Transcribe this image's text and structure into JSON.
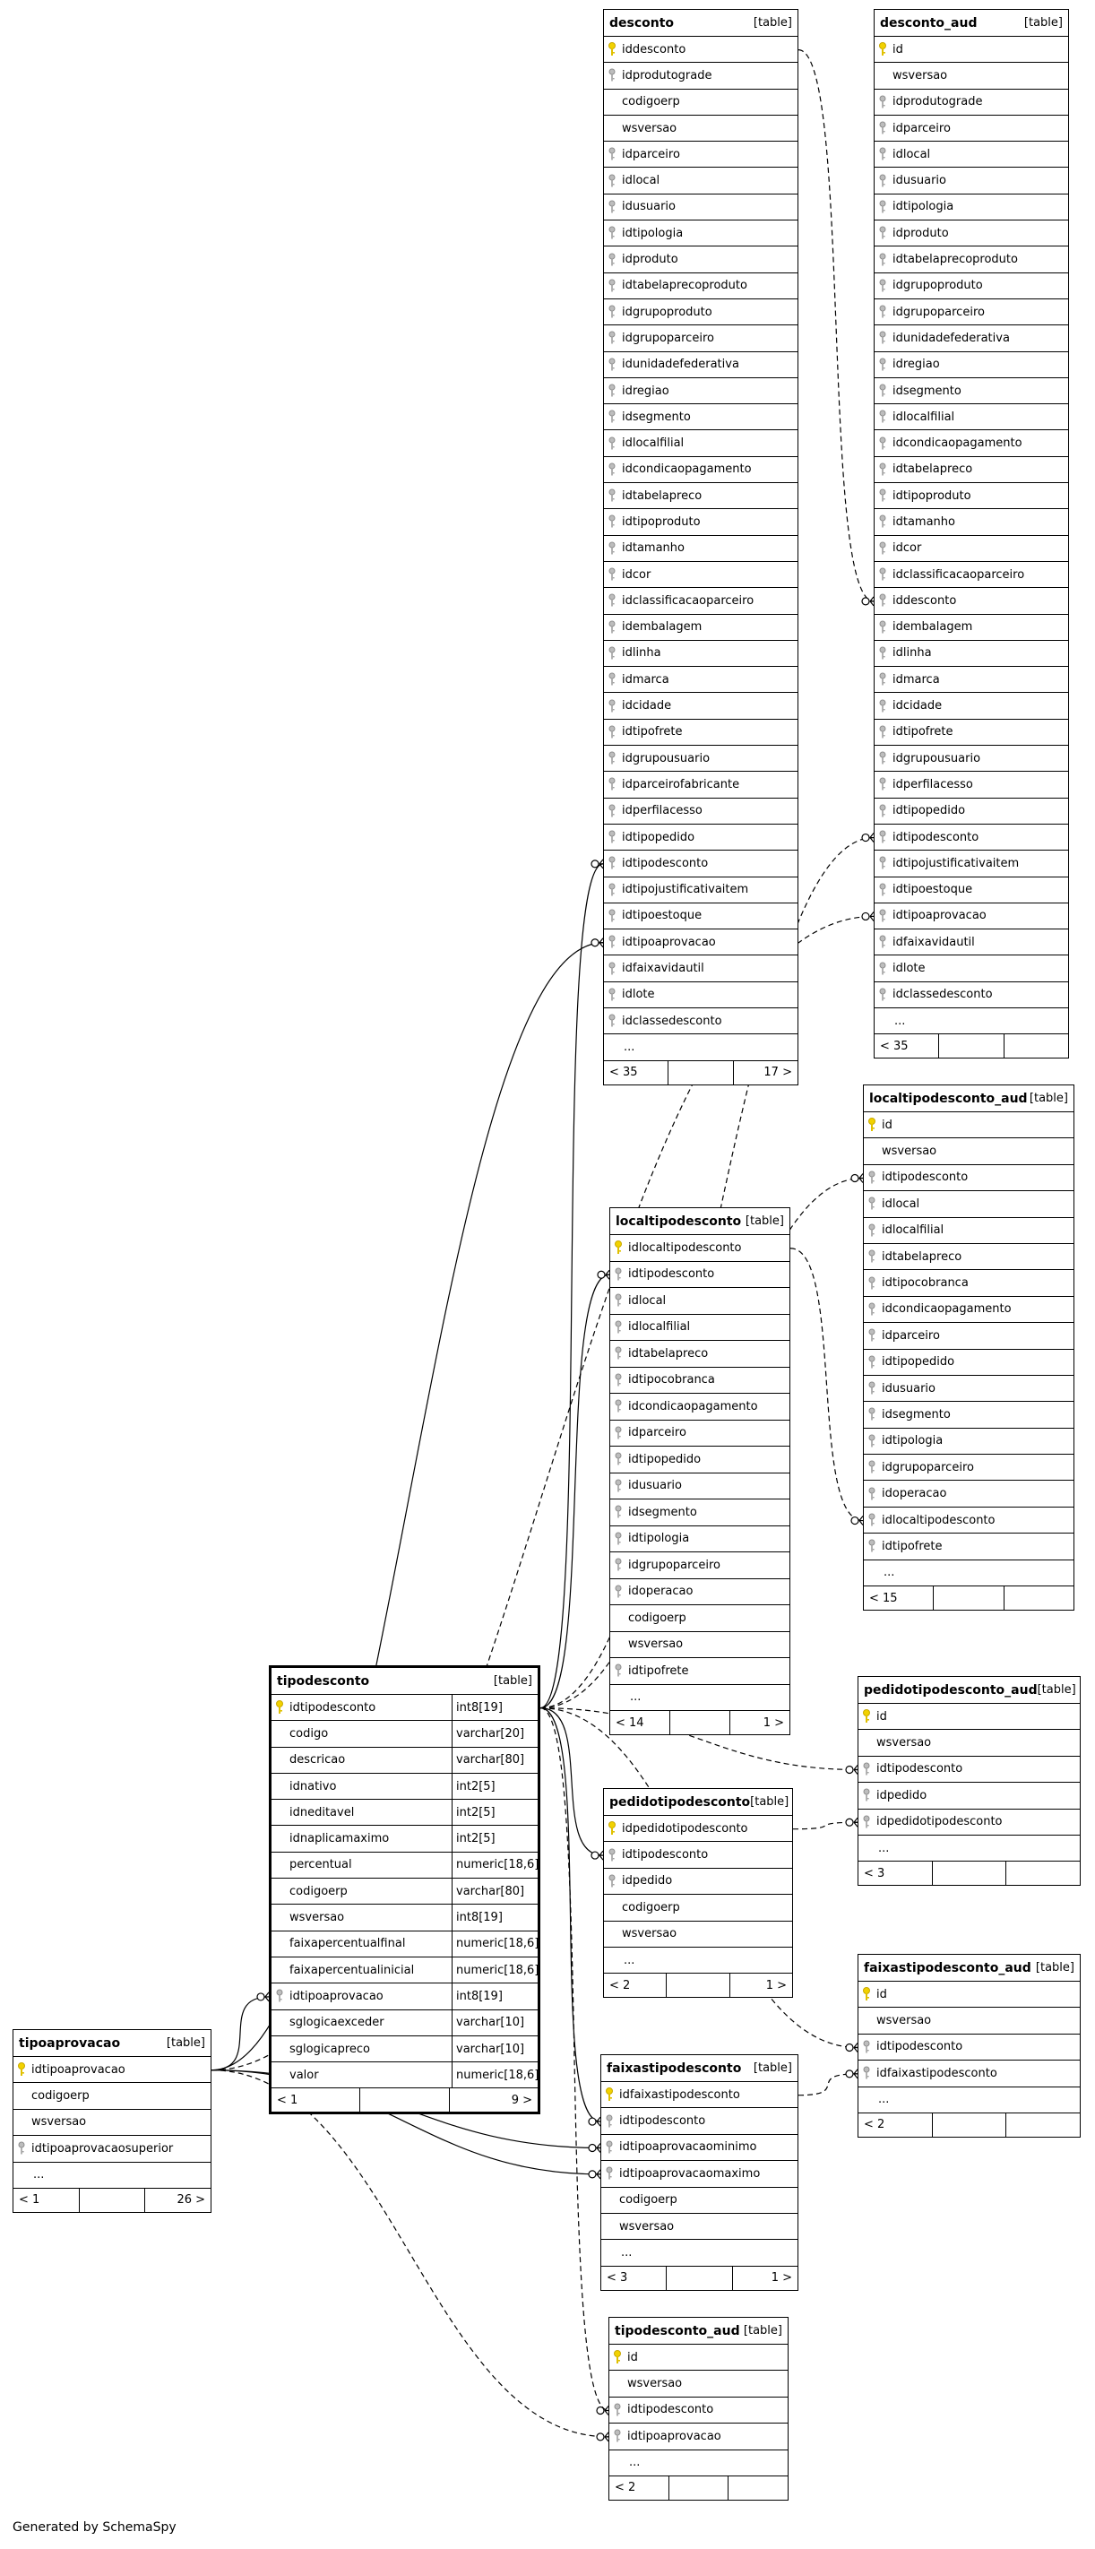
{
  "footer_text": "Generated by SchemaSpy",
  "icons": {
    "primary_key": "key-icon",
    "foreign_key": "foreign-key-icon"
  },
  "tables": [
    {
      "id": "desconto",
      "name": "desconto",
      "type": "[table]",
      "columns": [
        {
          "name": "iddesconto",
          "key": "pk"
        },
        {
          "name": "idprodutograde",
          "key": "fk"
        },
        {
          "name": "codigoerp",
          "key": ""
        },
        {
          "name": "wsversao",
          "key": ""
        },
        {
          "name": "idparceiro",
          "key": "fk"
        },
        {
          "name": "idlocal",
          "key": "fk"
        },
        {
          "name": "idusuario",
          "key": "fk"
        },
        {
          "name": "idtipologia",
          "key": "fk"
        },
        {
          "name": "idproduto",
          "key": "fk"
        },
        {
          "name": "idtabelaprecoproduto",
          "key": "fk"
        },
        {
          "name": "idgrupoproduto",
          "key": "fk"
        },
        {
          "name": "idgrupoparceiro",
          "key": "fk"
        },
        {
          "name": "idunidadefederativa",
          "key": "fk"
        },
        {
          "name": "idregiao",
          "key": "fk"
        },
        {
          "name": "idsegmento",
          "key": "fk"
        },
        {
          "name": "idlocalfilial",
          "key": "fk"
        },
        {
          "name": "idcondicaopagamento",
          "key": "fk"
        },
        {
          "name": "idtabelapreco",
          "key": "fk"
        },
        {
          "name": "idtipoproduto",
          "key": "fk"
        },
        {
          "name": "idtamanho",
          "key": "fk"
        },
        {
          "name": "idcor",
          "key": "fk"
        },
        {
          "name": "idclassificacaoparceiro",
          "key": "fk"
        },
        {
          "name": "idembalagem",
          "key": "fk"
        },
        {
          "name": "idlinha",
          "key": "fk"
        },
        {
          "name": "idmarca",
          "key": "fk"
        },
        {
          "name": "idcidade",
          "key": "fk"
        },
        {
          "name": "idtipofrete",
          "key": "fk"
        },
        {
          "name": "idgrupousuario",
          "key": "fk"
        },
        {
          "name": "idparceirofabricante",
          "key": "fk"
        },
        {
          "name": "idperfilacesso",
          "key": "fk"
        },
        {
          "name": "idtipopedido",
          "key": "fk"
        },
        {
          "name": "idtipodesconto",
          "key": "fk"
        },
        {
          "name": "idtipojustificativaitem",
          "key": "fk"
        },
        {
          "name": "idtipoestoque",
          "key": "fk"
        },
        {
          "name": "idtipoaprovacao",
          "key": "fk"
        },
        {
          "name": "idfaixavidautil",
          "key": "fk"
        },
        {
          "name": "idlote",
          "key": "fk"
        },
        {
          "name": "idclassedesconto",
          "key": "fk"
        },
        {
          "name": "...",
          "key": ""
        }
      ],
      "footer": [
        "< 35",
        "",
        "17 >"
      ]
    },
    {
      "id": "desconto_aud",
      "name": "desconto_aud",
      "type": "[table]",
      "columns": [
        {
          "name": "id",
          "key": "pk"
        },
        {
          "name": "wsversao",
          "key": ""
        },
        {
          "name": "idprodutograde",
          "key": "fk"
        },
        {
          "name": "idparceiro",
          "key": "fk"
        },
        {
          "name": "idlocal",
          "key": "fk"
        },
        {
          "name": "idusuario",
          "key": "fk"
        },
        {
          "name": "idtipologia",
          "key": "fk"
        },
        {
          "name": "idproduto",
          "key": "fk"
        },
        {
          "name": "idtabelaprecoproduto",
          "key": "fk"
        },
        {
          "name": "idgrupoproduto",
          "key": "fk"
        },
        {
          "name": "idgrupoparceiro",
          "key": "fk"
        },
        {
          "name": "idunidadefederativa",
          "key": "fk"
        },
        {
          "name": "idregiao",
          "key": "fk"
        },
        {
          "name": "idsegmento",
          "key": "fk"
        },
        {
          "name": "idlocalfilial",
          "key": "fk"
        },
        {
          "name": "idcondicaopagamento",
          "key": "fk"
        },
        {
          "name": "idtabelapreco",
          "key": "fk"
        },
        {
          "name": "idtipoproduto",
          "key": "fk"
        },
        {
          "name": "idtamanho",
          "key": "fk"
        },
        {
          "name": "idcor",
          "key": "fk"
        },
        {
          "name": "idclassificacaoparceiro",
          "key": "fk"
        },
        {
          "name": "iddesconto",
          "key": "fk"
        },
        {
          "name": "idembalagem",
          "key": "fk"
        },
        {
          "name": "idlinha",
          "key": "fk"
        },
        {
          "name": "idmarca",
          "key": "fk"
        },
        {
          "name": "idcidade",
          "key": "fk"
        },
        {
          "name": "idtipofrete",
          "key": "fk"
        },
        {
          "name": "idgrupousuario",
          "key": "fk"
        },
        {
          "name": "idperfilacesso",
          "key": "fk"
        },
        {
          "name": "idtipopedido",
          "key": "fk"
        },
        {
          "name": "idtipodesconto",
          "key": "fk"
        },
        {
          "name": "idtipojustificativaitem",
          "key": "fk"
        },
        {
          "name": "idtipoestoque",
          "key": "fk"
        },
        {
          "name": "idtipoaprovacao",
          "key": "fk"
        },
        {
          "name": "idfaixavidautil",
          "key": "fk"
        },
        {
          "name": "idlote",
          "key": "fk"
        },
        {
          "name": "idclassedesconto",
          "key": "fk"
        },
        {
          "name": "...",
          "key": ""
        }
      ],
      "footer": [
        "< 35",
        "",
        ""
      ]
    },
    {
      "id": "localtipodesconto_aud",
      "name": "localtipodesconto_aud",
      "type": "[table]",
      "columns": [
        {
          "name": "id",
          "key": "pk"
        },
        {
          "name": "wsversao",
          "key": ""
        },
        {
          "name": "idtipodesconto",
          "key": "fk"
        },
        {
          "name": "idlocal",
          "key": "fk"
        },
        {
          "name": "idlocalfilial",
          "key": "fk"
        },
        {
          "name": "idtabelapreco",
          "key": "fk"
        },
        {
          "name": "idtipocobranca",
          "key": "fk"
        },
        {
          "name": "idcondicaopagamento",
          "key": "fk"
        },
        {
          "name": "idparceiro",
          "key": "fk"
        },
        {
          "name": "idtipopedido",
          "key": "fk"
        },
        {
          "name": "idusuario",
          "key": "fk"
        },
        {
          "name": "idsegmento",
          "key": "fk"
        },
        {
          "name": "idtipologia",
          "key": "fk"
        },
        {
          "name": "idgrupoparceiro",
          "key": "fk"
        },
        {
          "name": "idoperacao",
          "key": "fk"
        },
        {
          "name": "idlocaltipodesconto",
          "key": "fk"
        },
        {
          "name": "idtipofrete",
          "key": "fk"
        },
        {
          "name": "...",
          "key": ""
        }
      ],
      "footer": [
        "< 15",
        "",
        ""
      ]
    },
    {
      "id": "localtipodesconto",
      "name": "localtipodesconto",
      "type": "[table]",
      "columns": [
        {
          "name": "idlocaltipodesconto",
          "key": "pk"
        },
        {
          "name": "idtipodesconto",
          "key": "fk"
        },
        {
          "name": "idlocal",
          "key": "fk"
        },
        {
          "name": "idlocalfilial",
          "key": "fk"
        },
        {
          "name": "idtabelapreco",
          "key": "fk"
        },
        {
          "name": "idtipocobranca",
          "key": "fk"
        },
        {
          "name": "idcondicaopagamento",
          "key": "fk"
        },
        {
          "name": "idparceiro",
          "key": "fk"
        },
        {
          "name": "idtipopedido",
          "key": "fk"
        },
        {
          "name": "idusuario",
          "key": "fk"
        },
        {
          "name": "idsegmento",
          "key": "fk"
        },
        {
          "name": "idtipologia",
          "key": "fk"
        },
        {
          "name": "idgrupoparceiro",
          "key": "fk"
        },
        {
          "name": "idoperacao",
          "key": "fk"
        },
        {
          "name": "codigoerp",
          "key": ""
        },
        {
          "name": "wsversao",
          "key": ""
        },
        {
          "name": "idtipofrete",
          "key": "fk"
        },
        {
          "name": "...",
          "key": ""
        }
      ],
      "footer": [
        "< 14",
        "",
        "1 >"
      ]
    },
    {
      "id": "tipodesconto",
      "name": "tipodesconto",
      "type": "[table]",
      "columns": [
        {
          "name": "idtipodesconto",
          "key": "pk",
          "dtype": "int8[19]"
        },
        {
          "name": "codigo",
          "key": "",
          "dtype": "varchar[20]"
        },
        {
          "name": "descricao",
          "key": "",
          "dtype": "varchar[80]"
        },
        {
          "name": "idnativo",
          "key": "",
          "dtype": "int2[5]"
        },
        {
          "name": "idneditavel",
          "key": "",
          "dtype": "int2[5]"
        },
        {
          "name": "idnaplicamaximo",
          "key": "",
          "dtype": "int2[5]"
        },
        {
          "name": "percentual",
          "key": "",
          "dtype": "numeric[18,6]"
        },
        {
          "name": "codigoerp",
          "key": "",
          "dtype": "varchar[80]"
        },
        {
          "name": "wsversao",
          "key": "",
          "dtype": "int8[19]"
        },
        {
          "name": "faixapercentualfinal",
          "key": "",
          "dtype": "numeric[18,6]"
        },
        {
          "name": "faixapercentualinicial",
          "key": "",
          "dtype": "numeric[18,6]"
        },
        {
          "name": "idtipoaprovacao",
          "key": "fk",
          "dtype": "int8[19]"
        },
        {
          "name": "sglogicaexceder",
          "key": "",
          "dtype": "varchar[10]"
        },
        {
          "name": "sglogicapreco",
          "key": "",
          "dtype": "varchar[10]"
        },
        {
          "name": "valor",
          "key": "",
          "dtype": "numeric[18,6]"
        }
      ],
      "footer": [
        "< 1",
        "",
        "9 >"
      ]
    },
    {
      "id": "pedidotipodesconto_aud",
      "name": "pedidotipodesconto_aud",
      "type": "[table]",
      "columns": [
        {
          "name": "id",
          "key": "pk"
        },
        {
          "name": "wsversao",
          "key": ""
        },
        {
          "name": "idtipodesconto",
          "key": "fk"
        },
        {
          "name": "idpedido",
          "key": "fk"
        },
        {
          "name": "idpedidotipodesconto",
          "key": "fk"
        },
        {
          "name": "...",
          "key": ""
        }
      ],
      "footer": [
        "< 3",
        "",
        ""
      ]
    },
    {
      "id": "pedidotipodesconto",
      "name": "pedidotipodesconto",
      "type": "[table]",
      "columns": [
        {
          "name": "idpedidotipodesconto",
          "key": "pk"
        },
        {
          "name": "idtipodesconto",
          "key": "fk"
        },
        {
          "name": "idpedido",
          "key": "fk"
        },
        {
          "name": "codigoerp",
          "key": ""
        },
        {
          "name": "wsversao",
          "key": ""
        },
        {
          "name": "...",
          "key": ""
        }
      ],
      "footer": [
        "< 2",
        "",
        "1 >"
      ]
    },
    {
      "id": "faixastipodesconto_aud",
      "name": "faixastipodesconto_aud",
      "type": "[table]",
      "columns": [
        {
          "name": "id",
          "key": "pk"
        },
        {
          "name": "wsversao",
          "key": ""
        },
        {
          "name": "idtipodesconto",
          "key": "fk"
        },
        {
          "name": "idfaixastipodesconto",
          "key": "fk"
        },
        {
          "name": "...",
          "key": ""
        }
      ],
      "footer": [
        "< 2",
        "",
        ""
      ]
    },
    {
      "id": "tipoaprovacao",
      "name": "tipoaprovacao",
      "type": "[table]",
      "columns": [
        {
          "name": "idtipoaprovacao",
          "key": "pk"
        },
        {
          "name": "codigoerp",
          "key": ""
        },
        {
          "name": "wsversao",
          "key": ""
        },
        {
          "name": "idtipoaprovacaosuperior",
          "key": "fk"
        },
        {
          "name": "...",
          "key": ""
        }
      ],
      "footer": [
        "< 1",
        "",
        "26 >"
      ]
    },
    {
      "id": "faixastipodesconto",
      "name": "faixastipodesconto",
      "type": "[table]",
      "columns": [
        {
          "name": "idfaixastipodesconto",
          "key": "pk"
        },
        {
          "name": "idtipodesconto",
          "key": "fk"
        },
        {
          "name": "idtipoaprovacaominimo",
          "key": "fk"
        },
        {
          "name": "idtipoaprovacaomaximo",
          "key": "fk"
        },
        {
          "name": "codigoerp",
          "key": ""
        },
        {
          "name": "wsversao",
          "key": ""
        },
        {
          "name": "...",
          "key": ""
        }
      ],
      "footer": [
        "< 3",
        "",
        "1 >"
      ]
    },
    {
      "id": "tipodesconto_aud",
      "name": "tipodesconto_aud",
      "type": "[table]",
      "columns": [
        {
          "name": "id",
          "key": "pk"
        },
        {
          "name": "wsversao",
          "key": ""
        },
        {
          "name": "idtipodesconto",
          "key": "fk"
        },
        {
          "name": "idtipoaprovacao",
          "key": "fk"
        },
        {
          "name": "...",
          "key": ""
        }
      ],
      "footer": [
        "< 2",
        "",
        ""
      ]
    }
  ],
  "relationships": [
    {
      "from": "desconto.iddesconto",
      "to": "desconto_aud.iddesconto",
      "style": "dashed"
    },
    {
      "from": "tipodesconto.idtipodesconto",
      "to": "desconto.idtipodesconto",
      "style": "solid"
    },
    {
      "from": "tipoaprovacao.idtipoaprovacao",
      "to": "desconto.idtipoaprovacao",
      "style": "solid"
    },
    {
      "from": "tipodesconto.idtipodesconto",
      "to": "desconto_aud.idtipodesconto",
      "style": "dashed"
    },
    {
      "from": "tipoaprovacao.idtipoaprovacao",
      "to": "desconto_aud.idtipoaprovacao",
      "style": "dashed"
    },
    {
      "from": "tipodesconto.idtipodesconto",
      "to": "localtipodesconto_aud.idtipodesconto",
      "style": "dashed"
    },
    {
      "from": "localtipodesconto.idlocaltipodesconto",
      "to": "localtipodesconto_aud.idlocaltipodesconto",
      "style": "dashed"
    },
    {
      "from": "tipodesconto.idtipodesconto",
      "to": "localtipodesconto.idtipodesconto",
      "style": "solid"
    },
    {
      "from": "tipodesconto.idtipodesconto",
      "to": "pedidotipodesconto_aud.idtipodesconto",
      "style": "dashed"
    },
    {
      "from": "pedidotipodesconto.idpedidotipodesconto",
      "to": "pedidotipodesconto_aud.idpedidotipodesconto",
      "style": "dashed"
    },
    {
      "from": "tipodesconto.idtipodesconto",
      "to": "pedidotipodesconto.idtipodesconto",
      "style": "solid"
    },
    {
      "from": "tipodesconto.idtipodesconto",
      "to": "faixastipodesconto_aud.idtipodesconto",
      "style": "dashed"
    },
    {
      "from": "faixastipodesconto.idfaixastipodesconto",
      "to": "faixastipodesconto_aud.idfaixastipodesconto",
      "style": "dashed"
    },
    {
      "from": "tipodesconto.idtipodesconto",
      "to": "faixastipodesconto.idtipodesconto",
      "style": "solid"
    },
    {
      "from": "tipoaprovacao.idtipoaprovacao",
      "to": "faixastipodesconto.idtipoaprovacaominimo",
      "style": "solid"
    },
    {
      "from": "tipoaprovacao.idtipoaprovacao",
      "to": "faixastipodesconto.idtipoaprovacaomaximo",
      "style": "solid"
    },
    {
      "from": "tipoaprovacao.idtipoaprovacao",
      "to": "tipodesconto.idtipoaprovacao",
      "style": "solid"
    },
    {
      "from": "tipodesconto.idtipodesconto",
      "to": "tipodesconto_aud.idtipodesconto",
      "style": "dashed"
    },
    {
      "from": "tipoaprovacao.idtipoaprovacao",
      "to": "tipodesconto_aud.idtipoaprovacao",
      "style": "dashed"
    }
  ]
}
